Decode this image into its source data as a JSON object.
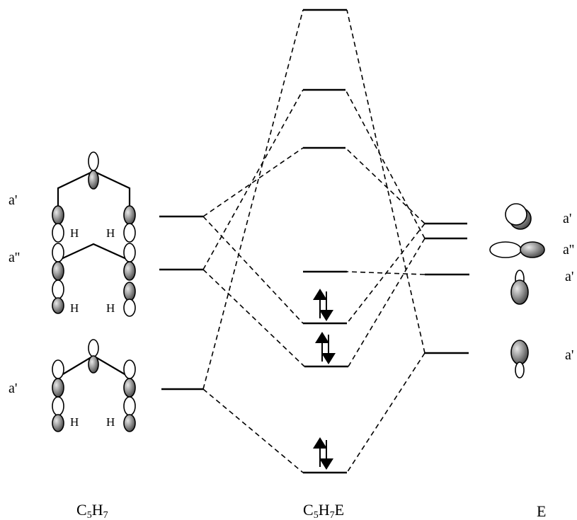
{
  "fragments": {
    "left": {
      "caption_main": "C",
      "caption_sub1": "5",
      "caption_mid": "H",
      "caption_sub2": "7",
      "orbitals": [
        {
          "symmetry": "a'",
          "h_left": "H",
          "h_right": "H"
        },
        {
          "symmetry": "a''",
          "h_left": "H",
          "h_right": "H"
        },
        {
          "symmetry": "a'",
          "h_left": "H",
          "h_right": "H"
        }
      ]
    },
    "center": {
      "caption_main": "C",
      "caption_sub1": "5",
      "caption_mid": "H",
      "caption_sub2": "7",
      "caption_end": "E",
      "occupied_levels": 3,
      "electrons_per_occupied_level": 2
    },
    "right": {
      "caption": "E",
      "orbitals": [
        {
          "symmetry": "a'",
          "shape": "s-like sphere"
        },
        {
          "symmetry": "a''",
          "shape": "p orbital, horizontal"
        },
        {
          "symmetry": "a'",
          "shape": "p orbital, vertical"
        },
        {
          "symmetry": "a'",
          "shape": "p orbital, vertical"
        }
      ]
    }
  },
  "colors": {
    "line": "#000000",
    "lobe_shade": "#6e6e6e",
    "background": "#ffffff"
  }
}
